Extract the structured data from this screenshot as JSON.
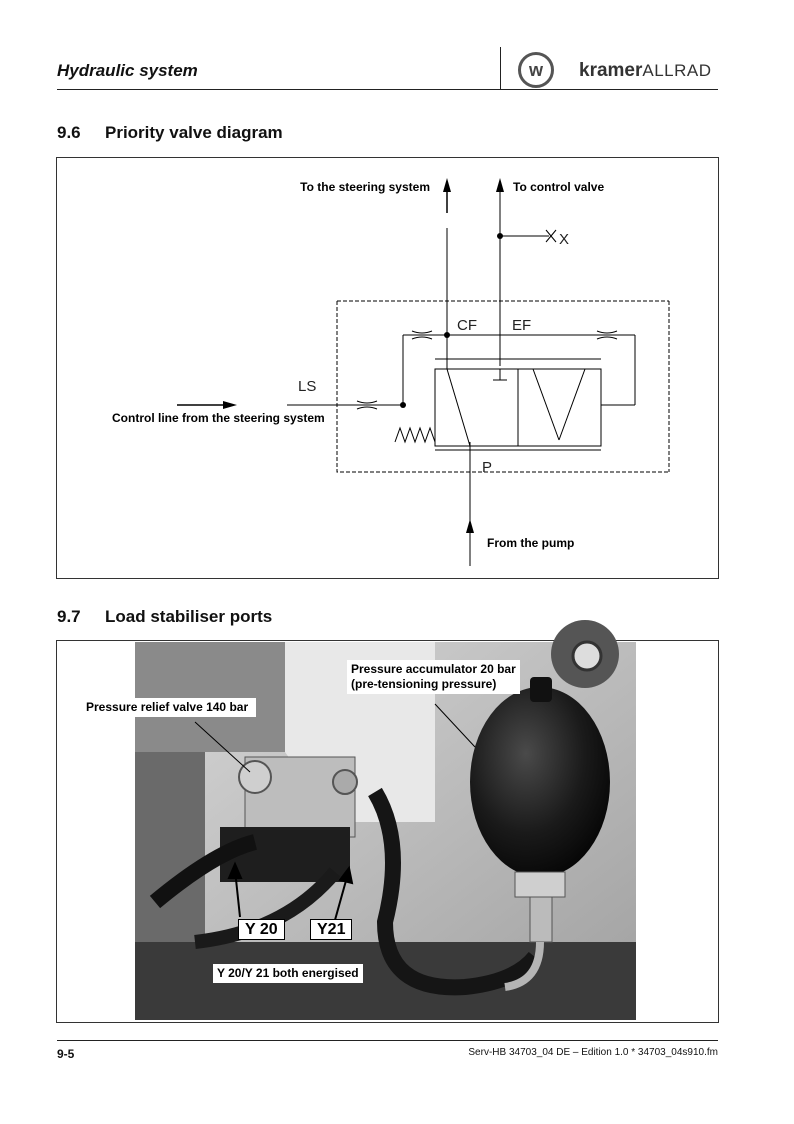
{
  "header": {
    "title": "Hydraulic system",
    "logo_brand": "kramer",
    "logo_suffix": "ALLRAD",
    "logo_symbol": "w"
  },
  "sections": [
    {
      "number": "9.6",
      "title": "Priority valve diagram"
    },
    {
      "number": "9.7",
      "title": "Load stabiliser ports"
    }
  ],
  "diagram": {
    "to_steering": "To the steering system",
    "to_control": "To control valve",
    "control_line": "Control line from the steering system",
    "from_pump": "From the pump",
    "port_cf": "CF",
    "port_ef": "EF",
    "port_ls": "LS",
    "port_p": "P",
    "port_x": "X"
  },
  "photo_labels": {
    "accumulator_line1": "Pressure accumulator 20 bar",
    "accumulator_line2": "(pre-tensioning pressure)",
    "relief_valve": "Pressure relief valve 140 bar",
    "y20": "Y 20",
    "y21": "Y21",
    "energised": "Y 20/Y 21 both energised"
  },
  "footer": {
    "page": "9-5",
    "doc_ref": "Serv-HB 34703_04 DE – Edition 1.0 * 34703_04s910.fm"
  }
}
